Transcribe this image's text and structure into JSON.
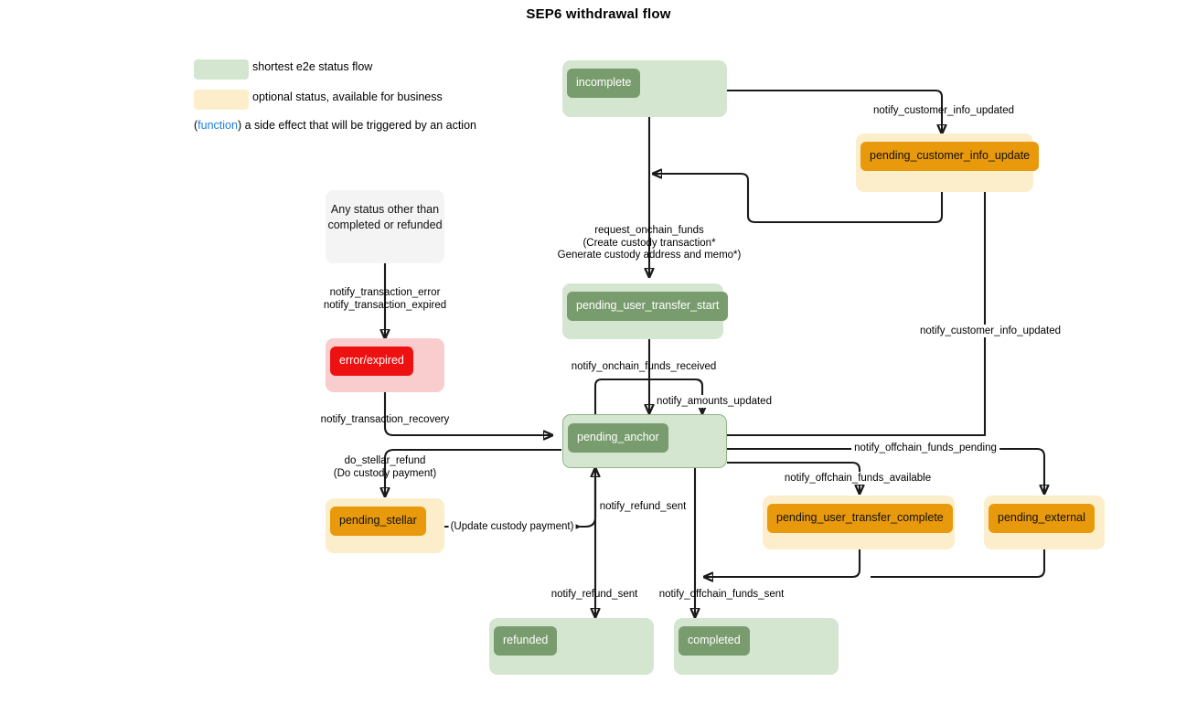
{
  "title": "SEP6 withdrawal flow",
  "legend": {
    "rows": [
      {
        "swatch": "green",
        "text": "shortest e2e status flow"
      },
      {
        "swatch": "cream",
        "text": "optional status, available for business"
      }
    ],
    "function_note": {
      "open_paren": "(",
      "keyword": "function",
      "close_paren": ")",
      "rest": " a side effect that will be triggered by an action"
    }
  },
  "colors": {
    "green_box": "#d4e5d0",
    "green_label": "#789c6d",
    "cream_box": "#fdeecb",
    "orange_label": "#e8990c",
    "red_box": "#f9ccce",
    "red_label": "#ee1111",
    "note_box": "#f4f4f4",
    "function_blue": "#1e7fe0",
    "edge": "#1a1a1a"
  },
  "nodes": [
    {
      "id": "incomplete",
      "label": "incomplete",
      "kind": "green"
    },
    {
      "id": "pending_customer_info_update",
      "label": "pending_customer_info_update",
      "kind": "orange"
    },
    {
      "id": "any_status_note",
      "label": "Any status other than completed or refunded",
      "kind": "note",
      "lines": [
        "Any status other than",
        "completed or refunded"
      ]
    },
    {
      "id": "error_expired",
      "label": "error/expired",
      "kind": "red"
    },
    {
      "id": "pending_user_transfer_start",
      "label": "pending_user_transfer_start",
      "kind": "green"
    },
    {
      "id": "pending_anchor",
      "label": "pending_anchor",
      "kind": "green"
    },
    {
      "id": "pending_stellar",
      "label": "pending_stellar",
      "kind": "orange"
    },
    {
      "id": "pending_user_transfer_complete",
      "label": "pending_user_transfer_complete",
      "kind": "orange"
    },
    {
      "id": "pending_external",
      "label": "pending_external",
      "kind": "orange"
    },
    {
      "id": "refunded",
      "label": "refunded",
      "kind": "green"
    },
    {
      "id": "completed",
      "label": "completed",
      "kind": "green"
    }
  ],
  "edge_labels": {
    "notify_customer_info_updated_top": "notify_customer_info_updated",
    "notify_customer_info_updated_right": "notify_customer_info_updated",
    "request_onchain_funds": "request_onchain_funds",
    "request_onchain_funds_fn1": "(Create custody transaction*",
    "request_onchain_funds_fn2": "Generate custody address and memo*)",
    "notify_transaction_error": "notify_transaction_error",
    "notify_transaction_expired": "notify_transaction_expired",
    "notify_transaction_recovery": "notify_transaction_recovery",
    "do_stellar_refund": "do_stellar_refund",
    "do_stellar_refund_fn": "(Do custody payment)",
    "update_custody_payment_fn": "(Update custody payment)",
    "notify_onchain_funds_received": "notify_onchain_funds_received",
    "notify_amounts_updated": "notify_amounts_updated",
    "notify_refund_sent_loop": "notify_refund_sent",
    "notify_refund_sent_down": "notify_refund_sent",
    "notify_offchain_funds_pending": "notify_offchain_funds_pending",
    "notify_offchain_funds_available": "notify_offchain_funds_available",
    "notify_offchain_funds_sent": "notify_offchain_funds_sent"
  }
}
